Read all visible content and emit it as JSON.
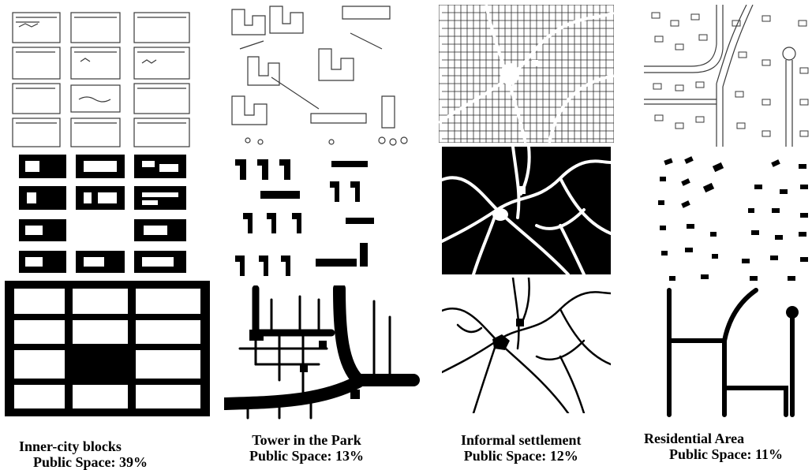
{
  "columns": [
    {
      "name": "Inner-city blocks",
      "public_space_label": "Public Space:",
      "public_space_pct": "39%"
    },
    {
      "name": "Tower in the Park",
      "public_space_label": "Public Space:",
      "public_space_pct": "13%"
    },
    {
      "name": "Informal settlement",
      "public_space_label": "Public Space:",
      "public_space_pct": "12%"
    },
    {
      "name": "Residential Area",
      "public_space_label": "Public Space:",
      "public_space_pct": "11%"
    }
  ],
  "colors": {
    "ink": "#000000",
    "paper": "#ffffff",
    "sketch": "#3a3a3a"
  }
}
